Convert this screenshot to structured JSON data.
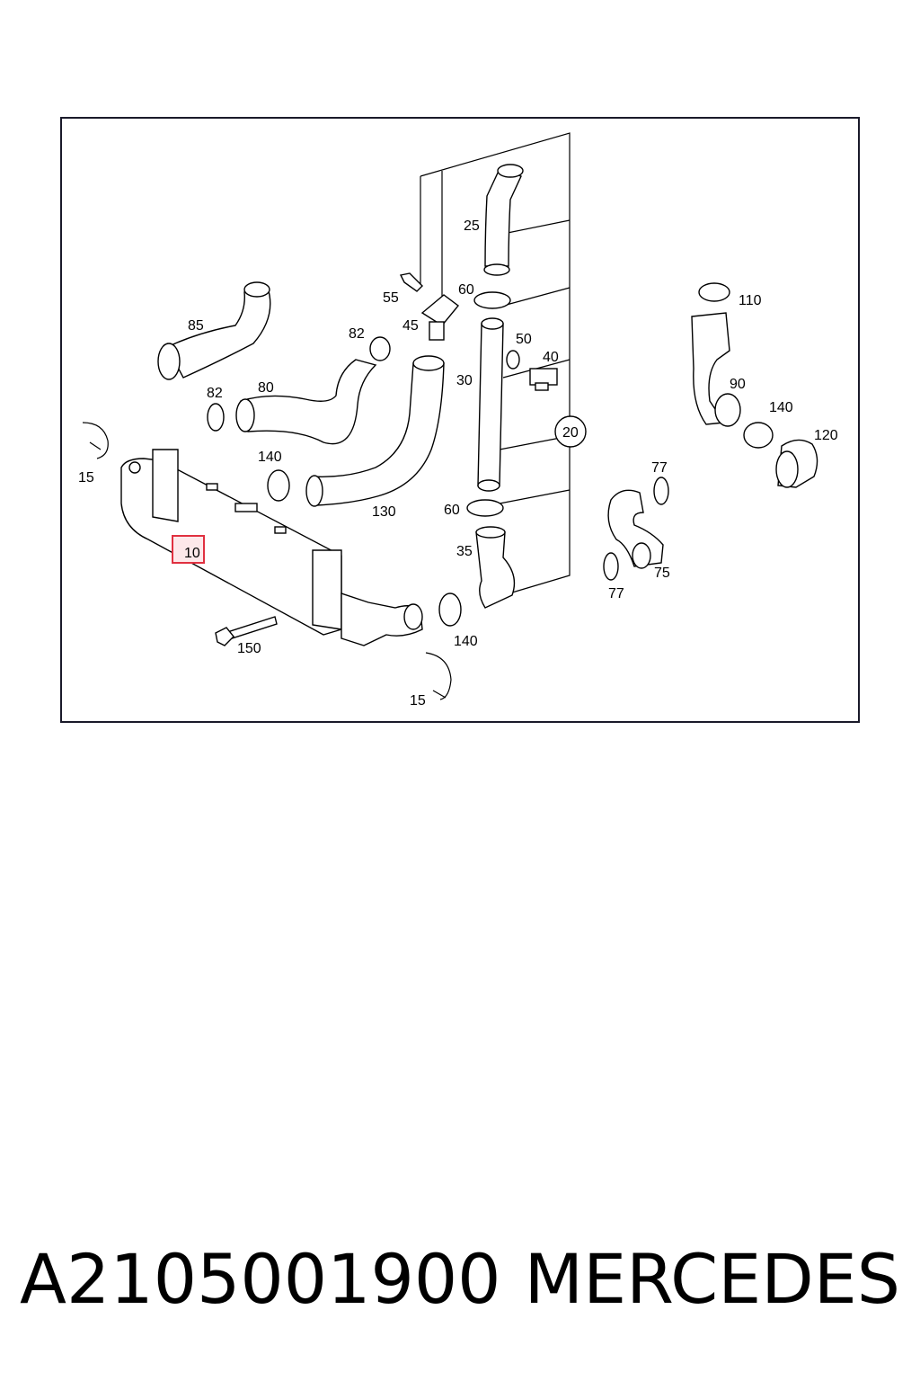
{
  "diagram": {
    "highlight_color": "#e03040",
    "callouts": {
      "c10": "10",
      "c15a": "15",
      "c15b": "15",
      "c20": "20",
      "c25": "25",
      "c30": "30",
      "c35": "35",
      "c40": "40",
      "c45": "45",
      "c50": "50",
      "c55": "55",
      "c60a": "60",
      "c60b": "60",
      "c75": "75",
      "c77a": "77",
      "c77b": "77",
      "c80": "80",
      "c82a": "82",
      "c82b": "82",
      "c85": "85",
      "c90": "90",
      "c110": "110",
      "c120": "120",
      "c130": "130",
      "c140a": "140",
      "c140b": "140",
      "c140c": "140",
      "c150": "150"
    }
  },
  "caption": {
    "part_number": "A2105001900",
    "brand": "MERCEDES"
  }
}
